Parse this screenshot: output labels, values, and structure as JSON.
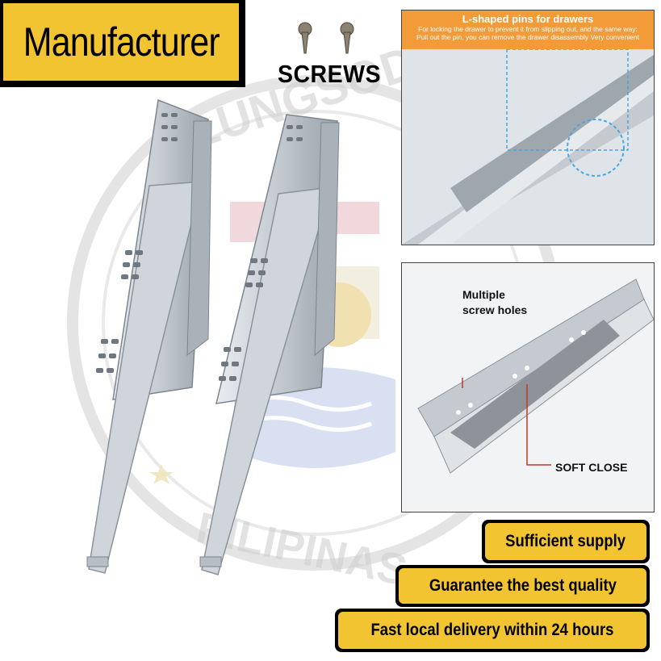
{
  "badge": {
    "text": "Manufacturer"
  },
  "screws": {
    "label": "SCREWS"
  },
  "watermark": {
    "top_text": "LUNGSOD NG",
    "bottom_text": "PILIPINAS"
  },
  "panel_pins": {
    "title": "L-shaped pins for drawers",
    "subtitle_line1": "For locking the drawer to prevent it from slipping out, and the same way:",
    "subtitle_line2": "Pull out the pin, you can remove the drawer disassembly Very convenient"
  },
  "panel_holes": {
    "callout_holes_line1": "Multiple",
    "callout_holes_line2": "screw holes",
    "callout_soft": "SOFT CLOSE"
  },
  "features": [
    {
      "text": "Sufficient supply"
    },
    {
      "text": "Guarantee the best quality"
    },
    {
      "text": "Fast local delivery within 24 hours"
    }
  ],
  "colors": {
    "accent": "#f3c431",
    "banner": "#f29b38",
    "metal": "#c9cfd4"
  }
}
